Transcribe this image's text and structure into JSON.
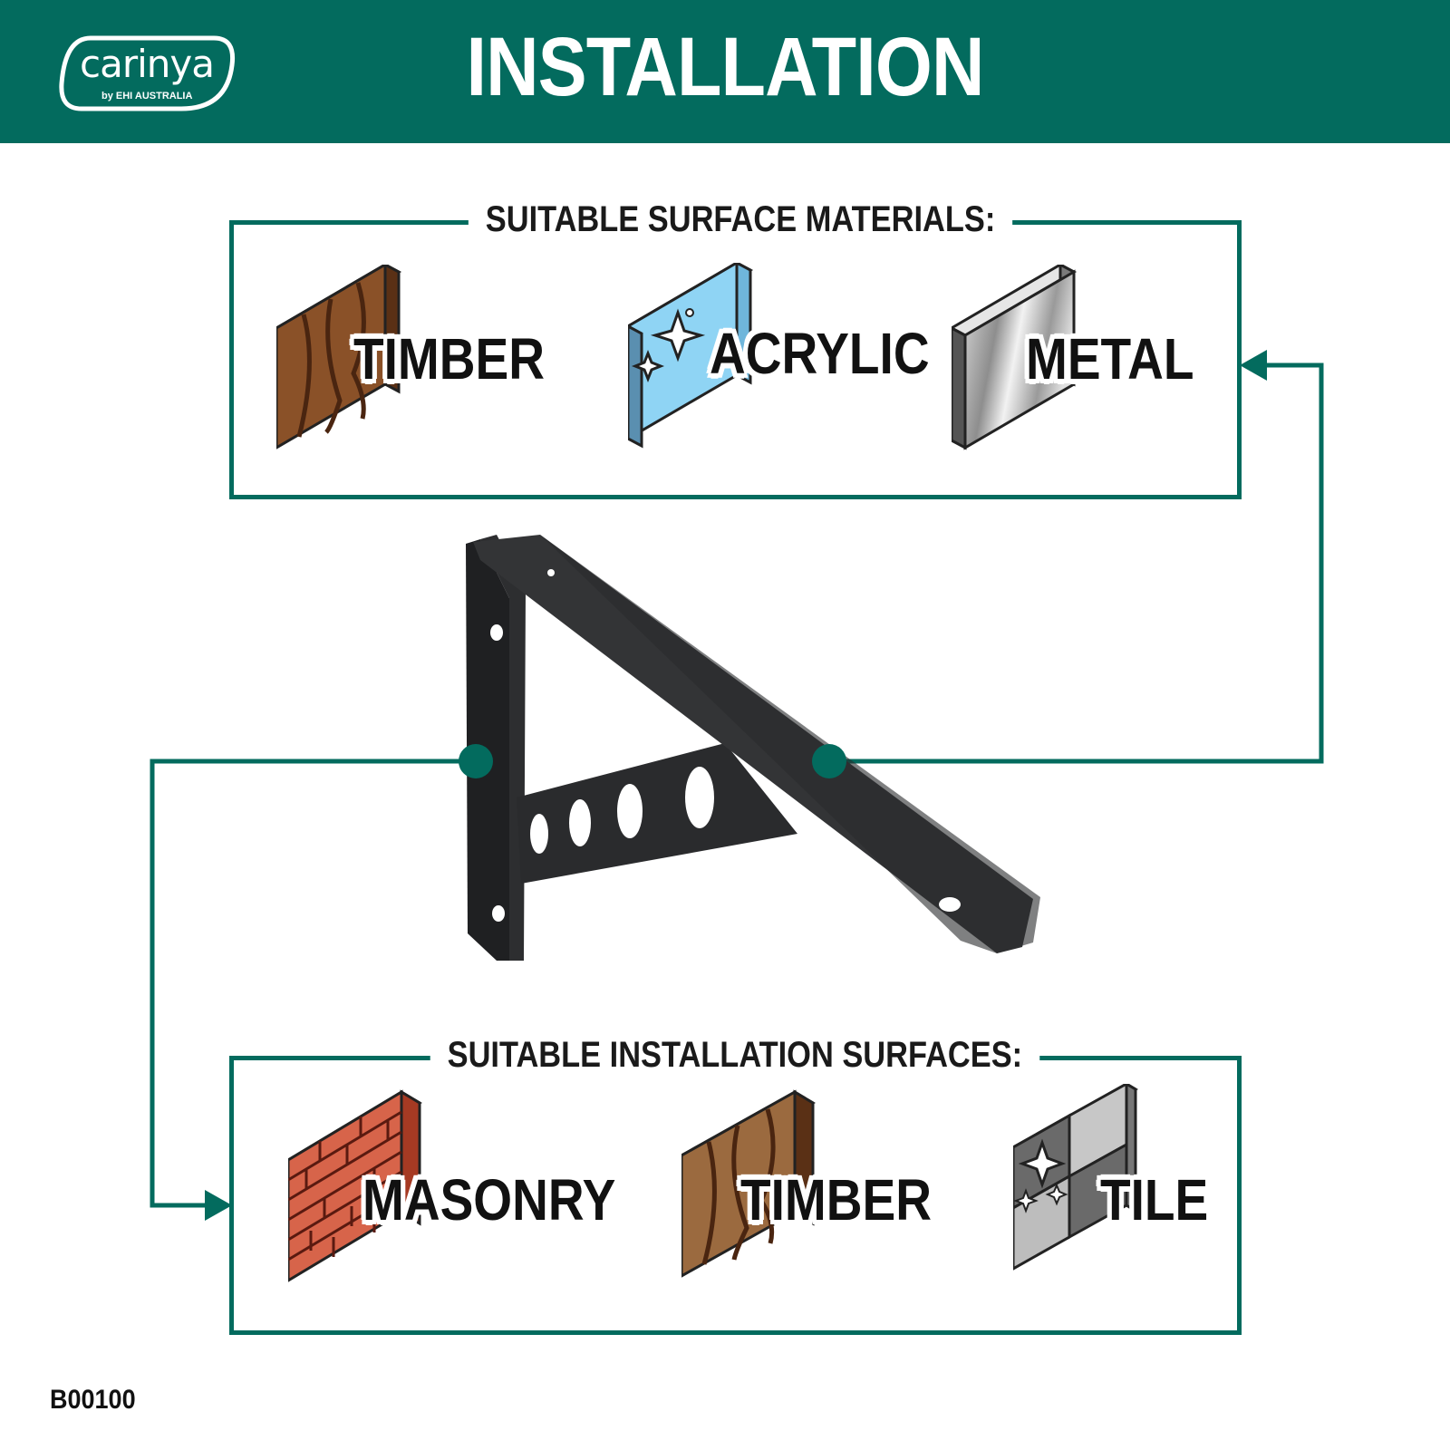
{
  "header": {
    "title": "INSTALLATION",
    "logo": {
      "name": "carinya",
      "tagline": "by EHI AUSTRALIA"
    }
  },
  "materials_box": {
    "title": "SUITABLE SURFACE MATERIALS:",
    "items": [
      {
        "label": "TIMBER",
        "icon": "timber-block-icon"
      },
      {
        "label": "ACRYLIC",
        "icon": "acrylic-panel-icon"
      },
      {
        "label": "METAL",
        "icon": "metal-plate-icon"
      }
    ]
  },
  "surfaces_box": {
    "title": "SUITABLE INSTALLATION SURFACES:",
    "items": [
      {
        "label": "MASONRY",
        "icon": "brick-wall-icon"
      },
      {
        "label": "TIMBER",
        "icon": "timber-block-icon"
      },
      {
        "label": "TILE",
        "icon": "tile-icon"
      }
    ]
  },
  "product_image": "shelf-bracket-icon",
  "product_code": "B00100",
  "colors": {
    "brand_green": "#036b5e",
    "bracket": "#2b2c2e",
    "text": "#111111"
  }
}
